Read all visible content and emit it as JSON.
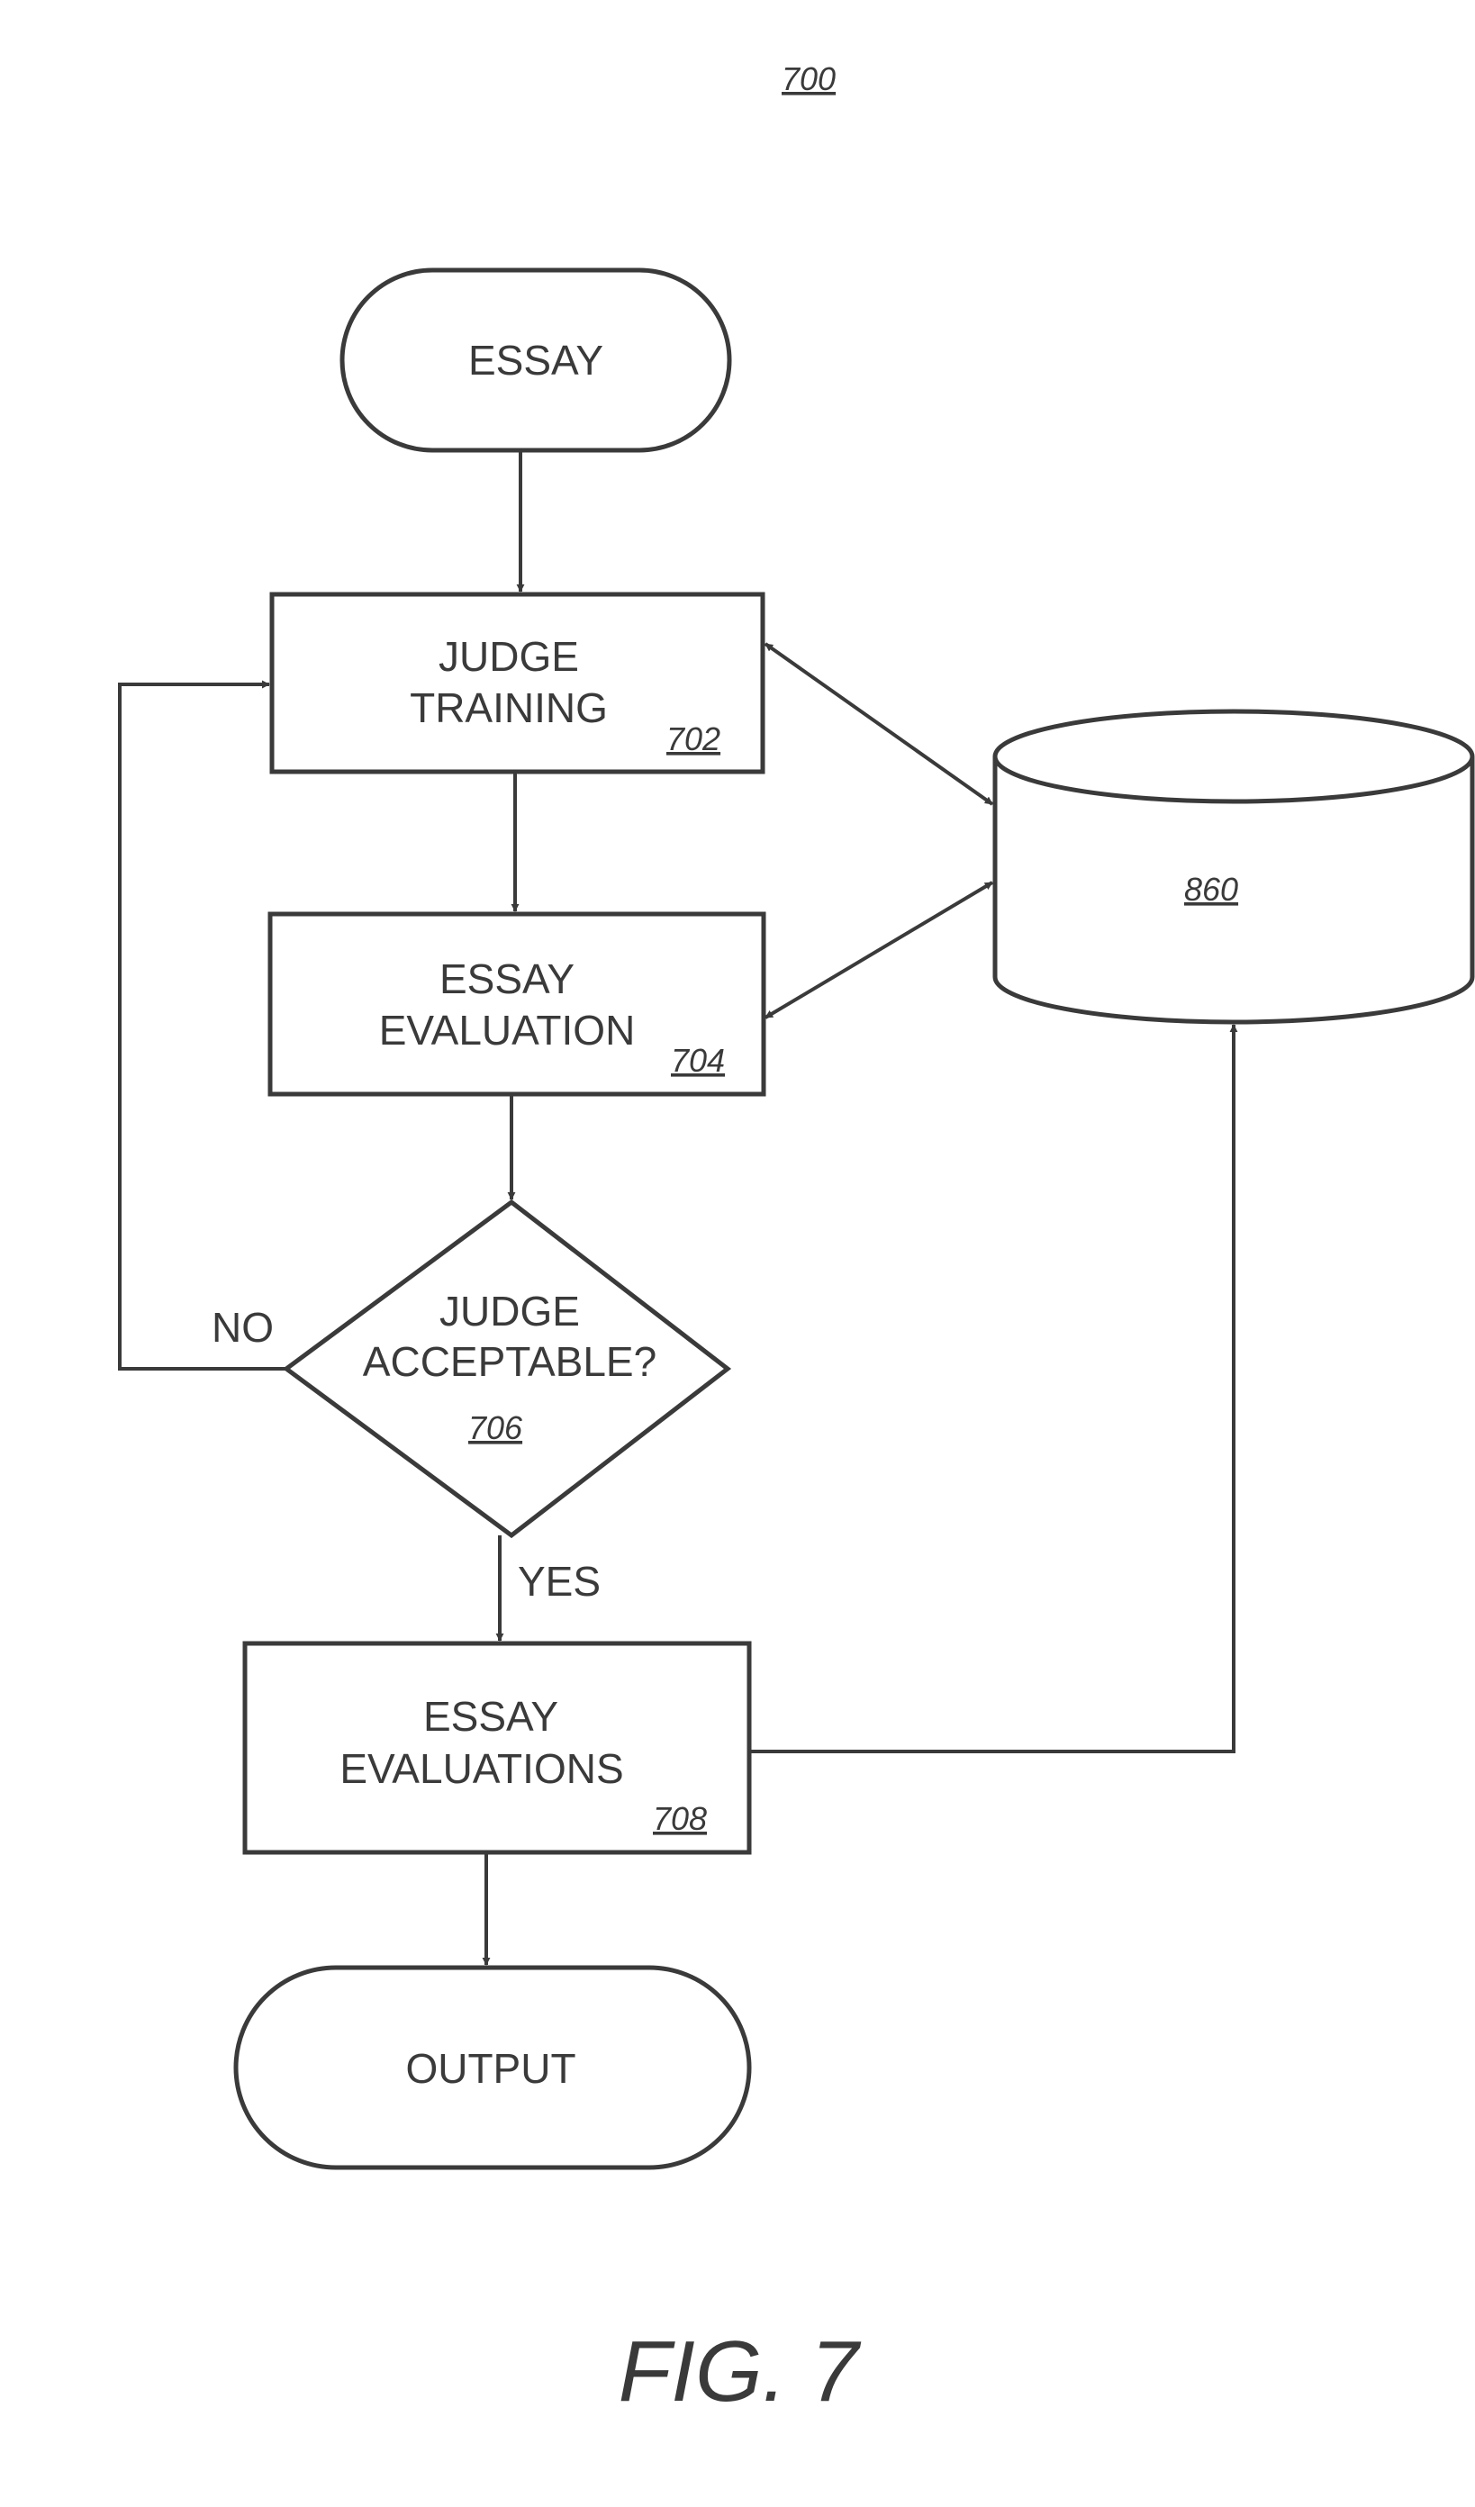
{
  "diagram": {
    "ref_main": "700",
    "start": {
      "label": "ESSAY"
    },
    "judge_training": {
      "line1": "JUDGE",
      "line2": "TRAINING",
      "ref": "702"
    },
    "essay_evaluation": {
      "line1": "ESSAY",
      "line2": "EVALUATION",
      "ref": "704"
    },
    "decision": {
      "line1": "JUDGE",
      "line2": "ACCEPTABLE?",
      "ref": "706",
      "no_label": "NO",
      "yes_label": "YES"
    },
    "essay_evaluations": {
      "line1": "ESSAY",
      "line2": "EVALUATIONS",
      "ref": "708"
    },
    "database": {
      "ref": "860"
    },
    "end": {
      "label": "OUTPUT"
    },
    "figure_label": "FIG. 7"
  }
}
